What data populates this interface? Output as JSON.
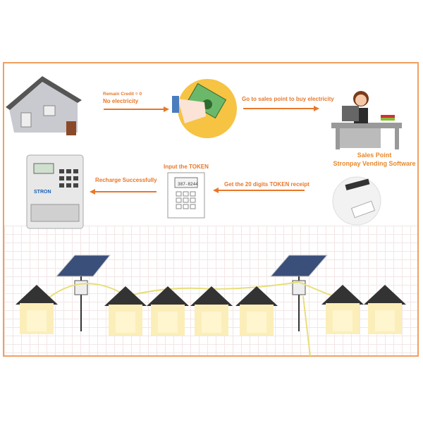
{
  "steps": {
    "no_credit_line1": "Remain Credit = 0",
    "no_credit_line2": "No  electricity",
    "go_to_sales": "Go to sales point to buy electricity",
    "sales_point": "Sales Point",
    "vending_software": "Stronpay Vending Software",
    "get_token": "Get the 20 digits TOKEN receipt",
    "input_token": "Input the TOKEN",
    "recharge": "Recharge Successfully"
  },
  "colors": {
    "accent": "#e8772a",
    "frame": "#f0a060",
    "house": "#fbeeb8",
    "roof": "#333333"
  }
}
